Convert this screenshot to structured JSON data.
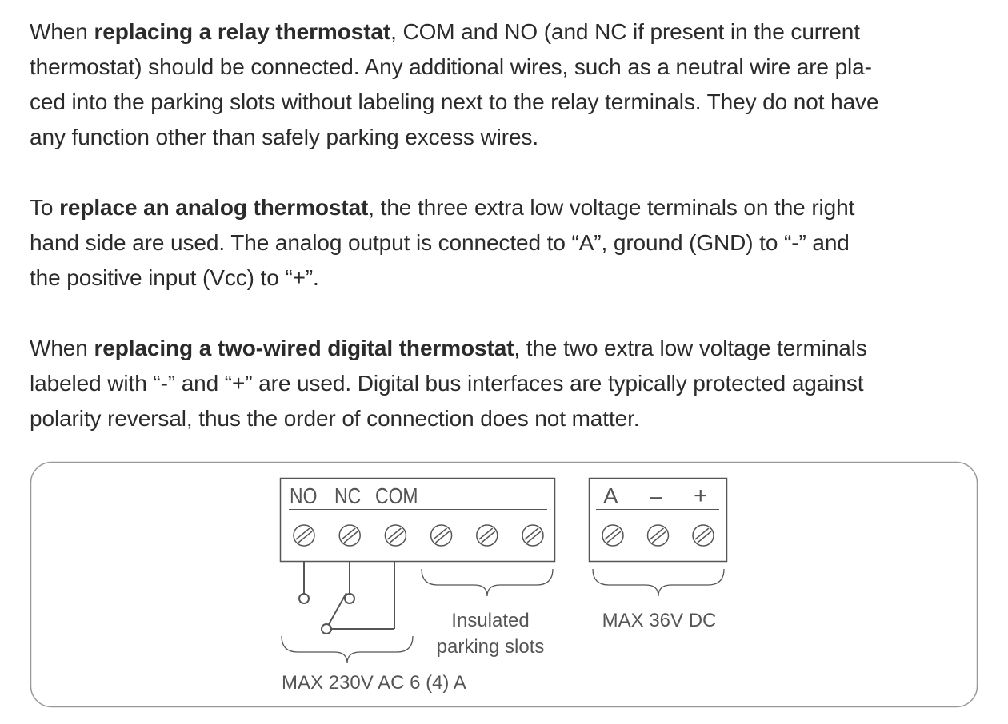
{
  "paragraphs": [
    {
      "pre": "When ",
      "bold": "replacing a relay thermostat",
      "lines": [
        ", COM and NO (and NC if present in the current",
        "thermostat) should be connected. Any additional wires, such as a neutral wire are pla-",
        "ced into the parking slots without labeling next to the relay terminals. They do not have",
        "any function other than safely parking excess wires."
      ]
    },
    {
      "pre": "To ",
      "bold": "replace an analog thermostat",
      "lines": [
        ", the three extra low voltage terminals on the right",
        "hand side are used. The analog output is connected to “A”, ground (GND) to “-” and",
        "the positive input (Vcc) to “+”."
      ]
    },
    {
      "pre": "When ",
      "bold": "replacing a two-wired digital thermostat",
      "lines": [
        ", the two extra low voltage terminals",
        "labeled with “-” and “+” are used. Digital bus interfaces are typically protected against",
        "polarity reversal, thus the order of connection does not matter."
      ]
    }
  ],
  "diagram": {
    "relay_block": {
      "labels": [
        "NO",
        "NC",
        "COM"
      ],
      "terminal_count": 6
    },
    "low_voltage_block": {
      "labels": [
        "A",
        "–",
        "+"
      ],
      "terminal_count": 3
    },
    "parking_label_line1": "Insulated",
    "parking_label_line2": "parking slots",
    "low_voltage_rating": "MAX 36V DC",
    "relay_rating": "MAX 230V AC 6 (4) A",
    "stroke_color": "#555555",
    "frame_color": "#9a9a9a"
  }
}
